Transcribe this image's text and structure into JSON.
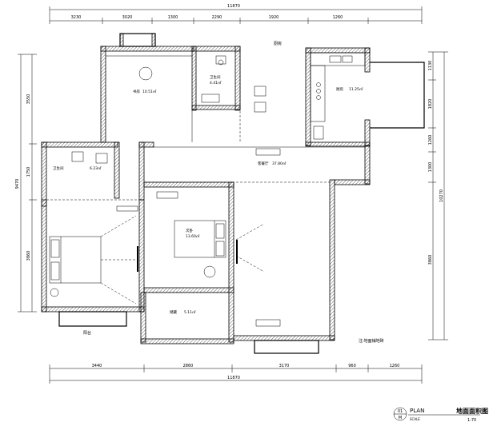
{
  "overall_top": "11870",
  "overall_bottom": "11870",
  "overall_right": "10270",
  "overall_left": "9470",
  "top_dims": [
    "3230",
    "3020",
    "1300",
    "2290",
    "1920",
    "1260"
  ],
  "bottom_dims": [
    "3440",
    "2860",
    "3170",
    "960",
    "1260"
  ],
  "left_dims": [
    "3550",
    "1750",
    "3860"
  ],
  "right_dims": [
    "1130",
    "1820",
    "1260",
    "1300",
    "3860"
  ],
  "rooms": {
    "study": {
      "name": "书房",
      "area": "10.51㎡"
    },
    "bath_top": {
      "name": "卫生间",
      "area": "4.41㎡"
    },
    "bath_left": {
      "name": "卫生间",
      "area": "6.23㎡"
    },
    "kitchen": {
      "name": "厨房",
      "area": "11.25㎡"
    },
    "living": {
      "name": "客餐厅",
      "area": "37.80㎡"
    },
    "bedroom": {
      "name": "次卧",
      "area": "13.60㎡"
    },
    "storage": {
      "name": "储藏",
      "area": "5.11㎡"
    }
  },
  "labels": {
    "note_right": "注:地面铺地砖",
    "kitchen_tag": "厨房",
    "balcony_tag": "阳台"
  },
  "title_block": {
    "symbol_top": "01",
    "symbol_bottom": "M",
    "plan_word": "PLAN",
    "scale_word": "SCALE",
    "title": "地面面积图",
    "scale": "1:70"
  },
  "colors": {
    "line": "#000000",
    "background": "#ffffff"
  }
}
